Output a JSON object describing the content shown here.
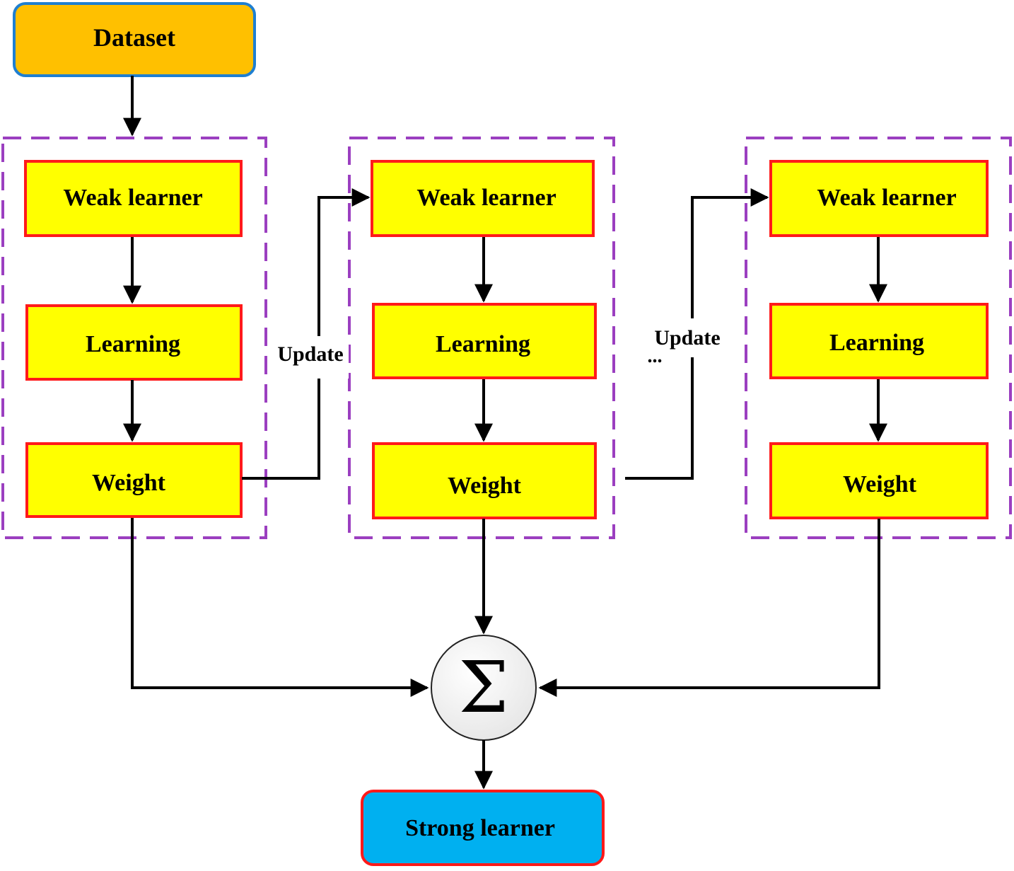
{
  "diagram": {
    "dataset_label": "Dataset",
    "strong_label": "Strong learner",
    "sum_symbol": "Σ",
    "ellipsis": "...",
    "stages": [
      {
        "weak_label": "Weak learner",
        "learning_label": "Learning",
        "weight_label": "Weight"
      },
      {
        "weak_label": "Weak learner",
        "learning_label": "Learning",
        "weight_label": "Weight"
      },
      {
        "weak_label": "Weak learner",
        "learning_label": "Learning",
        "weight_label": "Weight"
      }
    ],
    "update_labels": [
      "Update",
      "Update"
    ]
  },
  "colors": {
    "dataset_fill": "#ffc000",
    "dataset_border": "#1f7fd1",
    "box_fill": "#ffff00",
    "box_border": "#ff1a1a",
    "group_border": "#9b3fc0",
    "strong_fill": "#00b0f0",
    "strong_border": "#ff1a1a",
    "sum_fill": "#f2f2f2"
  }
}
